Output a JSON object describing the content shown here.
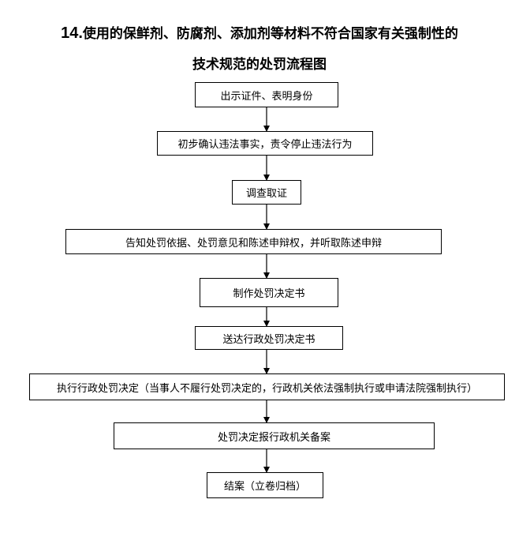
{
  "title": {
    "number": "14.",
    "line1": "使用的保鲜剂、防腐剂、添加剂等材料不符合国家有关强制性的",
    "line2": "技术规范的处罚流程图"
  },
  "steps": [
    "出示证件、表明身份",
    "初步确认违法事实，责令停止违法行为",
    "调查取证",
    "告知处罚依据、处罚意见和陈述申辩权，并听取陈述申辩",
    "制作处罚决定书",
    "送达行政处罚决定书",
    "执行行政处罚决定（当事人不履行处罚决定的，行政机关依法强制执行或申请法院强制执行）",
    "处罚决定报行政机关备案",
    "结案（立卷归档）"
  ]
}
